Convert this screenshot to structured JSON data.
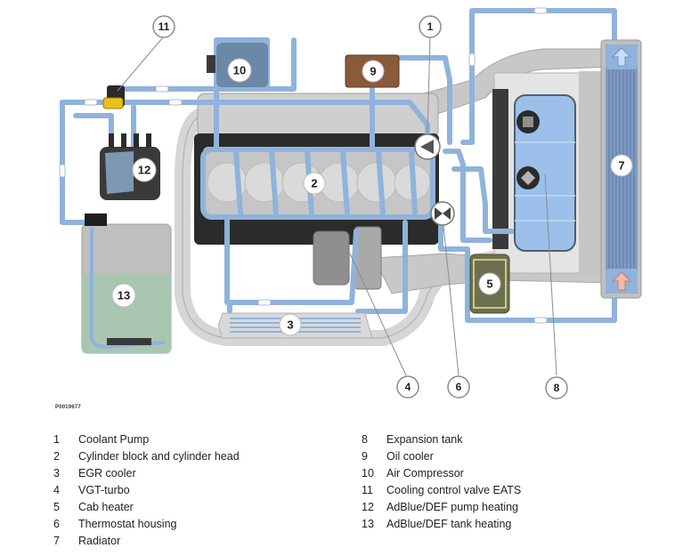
{
  "figure_code": "P0019677",
  "colors": {
    "coolant_pipe": "#8fb3dc",
    "coolant_pipe_edge": "#6f95c4",
    "engine_dark": "#2b2b2b",
    "engine_gray": "#bdbdbd",
    "expansion_tank": "#9cc0ea",
    "oil_cooler": "#8a5a3a",
    "cab_heater": "#6d7050",
    "adblue_liquid": "#a9c6b0",
    "valve_yellow": "#e8c21a",
    "radiator_hot_arrow": "#f2b8a8",
    "radiator_cool_arrow": "#c9ddf4"
  },
  "callouts": [
    {
      "id": "1",
      "label": "Coolant Pump"
    },
    {
      "id": "2",
      "label": "Cylinder block and cylinder head"
    },
    {
      "id": "3",
      "label": "EGR cooler"
    },
    {
      "id": "4",
      "label": "VGT-turbo"
    },
    {
      "id": "5",
      "label": "Cab heater"
    },
    {
      "id": "6",
      "label": "Thermostat housing"
    },
    {
      "id": "7",
      "label": "Radiator"
    },
    {
      "id": "8",
      "label": "Expansion tank"
    },
    {
      "id": "9",
      "label": "Oil cooler"
    },
    {
      "id": "10",
      "label": "Air Compressor"
    },
    {
      "id": "11",
      "label": "Cooling control valve EATS"
    },
    {
      "id": "12",
      "label": "AdBlue/DEF pump heating"
    },
    {
      "id": "13",
      "label": "AdBlue/DEF tank heating"
    }
  ],
  "legend": {
    "left": [
      {
        "num": "1",
        "label": "Coolant Pump"
      },
      {
        "num": "2",
        "label": "Cylinder block and cylinder head"
      },
      {
        "num": "3",
        "label": "EGR cooler"
      },
      {
        "num": "4",
        "label": "VGT-turbo"
      },
      {
        "num": "5",
        "label": "Cab heater"
      },
      {
        "num": "6",
        "label": "Thermostat housing"
      },
      {
        "num": "7",
        "label": "Radiator"
      }
    ],
    "right": [
      {
        "num": "8",
        "label": "Expansion tank"
      },
      {
        "num": "9",
        "label": "Oil cooler"
      },
      {
        "num": "10",
        "label": "Air Compressor"
      },
      {
        "num": "11",
        "label": "Cooling control valve EATS"
      },
      {
        "num": "12",
        "label": "AdBlue/DEF pump heating"
      },
      {
        "num": "13",
        "label": "AdBlue/DEF tank heating"
      }
    ]
  }
}
